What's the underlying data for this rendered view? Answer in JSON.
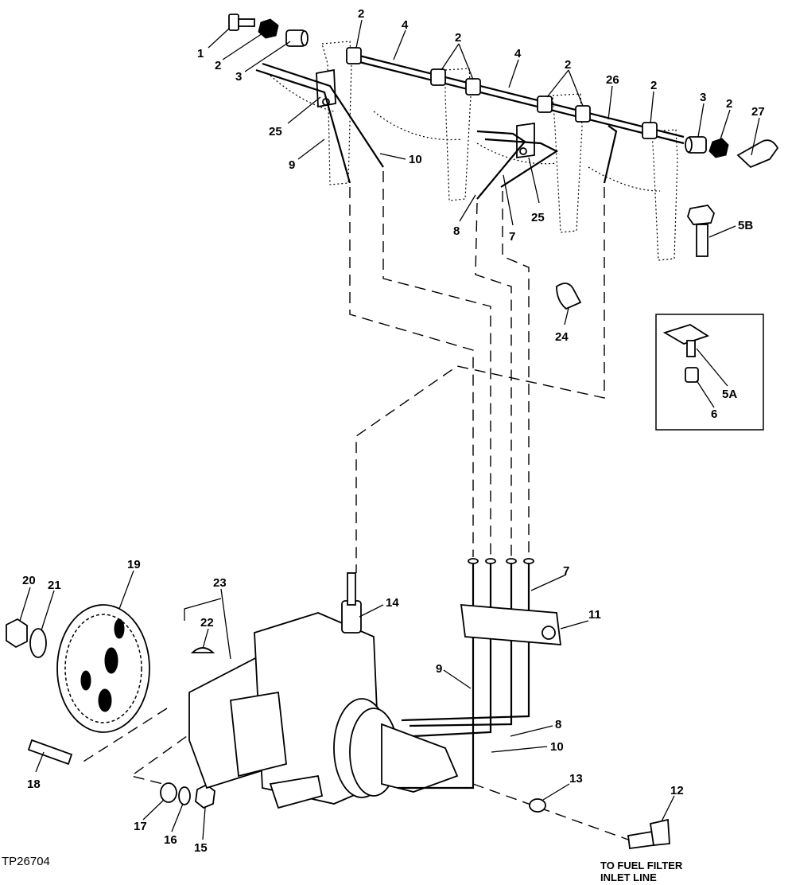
{
  "figure_id": "TP26704",
  "note": {
    "line1": "TO FUEL FILTER",
    "line2": "INLET LINE"
  },
  "callouts": {
    "c1": "1",
    "c2a": "2",
    "c3a": "3",
    "c2b": "2",
    "c4a": "4",
    "c2c": "2",
    "c4b": "4",
    "c2d": "2",
    "c26": "26",
    "c2e": "2",
    "c3b": "3",
    "c2f": "2",
    "c27": "27",
    "c25a": "25",
    "c9a": "9",
    "c10a": "10",
    "c8a": "8",
    "c7a": "7",
    "c25b": "25",
    "c5b": "5B",
    "c24": "24",
    "c5a": "5A",
    "c6": "6",
    "c20": "20",
    "c21": "21",
    "c19": "19",
    "c23": "23",
    "c22": "22",
    "c14": "14",
    "c7b": "7",
    "c11": "11",
    "c9b": "9",
    "c8b": "8",
    "c10b": "10",
    "c13": "13",
    "c12": "12",
    "c18": "18",
    "c17": "17",
    "c16": "16",
    "c15": "15"
  }
}
